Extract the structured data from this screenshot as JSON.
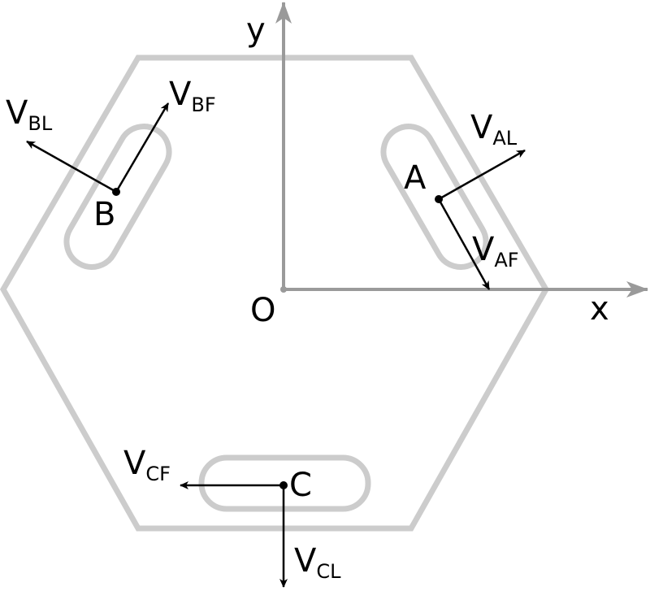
{
  "colors": {
    "outline": "#cccccc",
    "axis": "#9a9a9a",
    "vector": "#000000",
    "background": "#ffffff"
  },
  "axes": {
    "x_label": "x",
    "y_label": "y",
    "origin_label": "O"
  },
  "points": {
    "A": "A",
    "B": "B",
    "C": "C"
  },
  "vectors": {
    "AL": {
      "main": "V",
      "sub": "AL"
    },
    "AF": {
      "main": "V",
      "sub": "AF"
    },
    "BL": {
      "main": "V",
      "sub": "BL"
    },
    "BF": {
      "main": "V",
      "sub": "BF"
    },
    "CL": {
      "main": "V",
      "sub": "CL"
    },
    "CF": {
      "main": "V",
      "sub": "CF"
    }
  }
}
